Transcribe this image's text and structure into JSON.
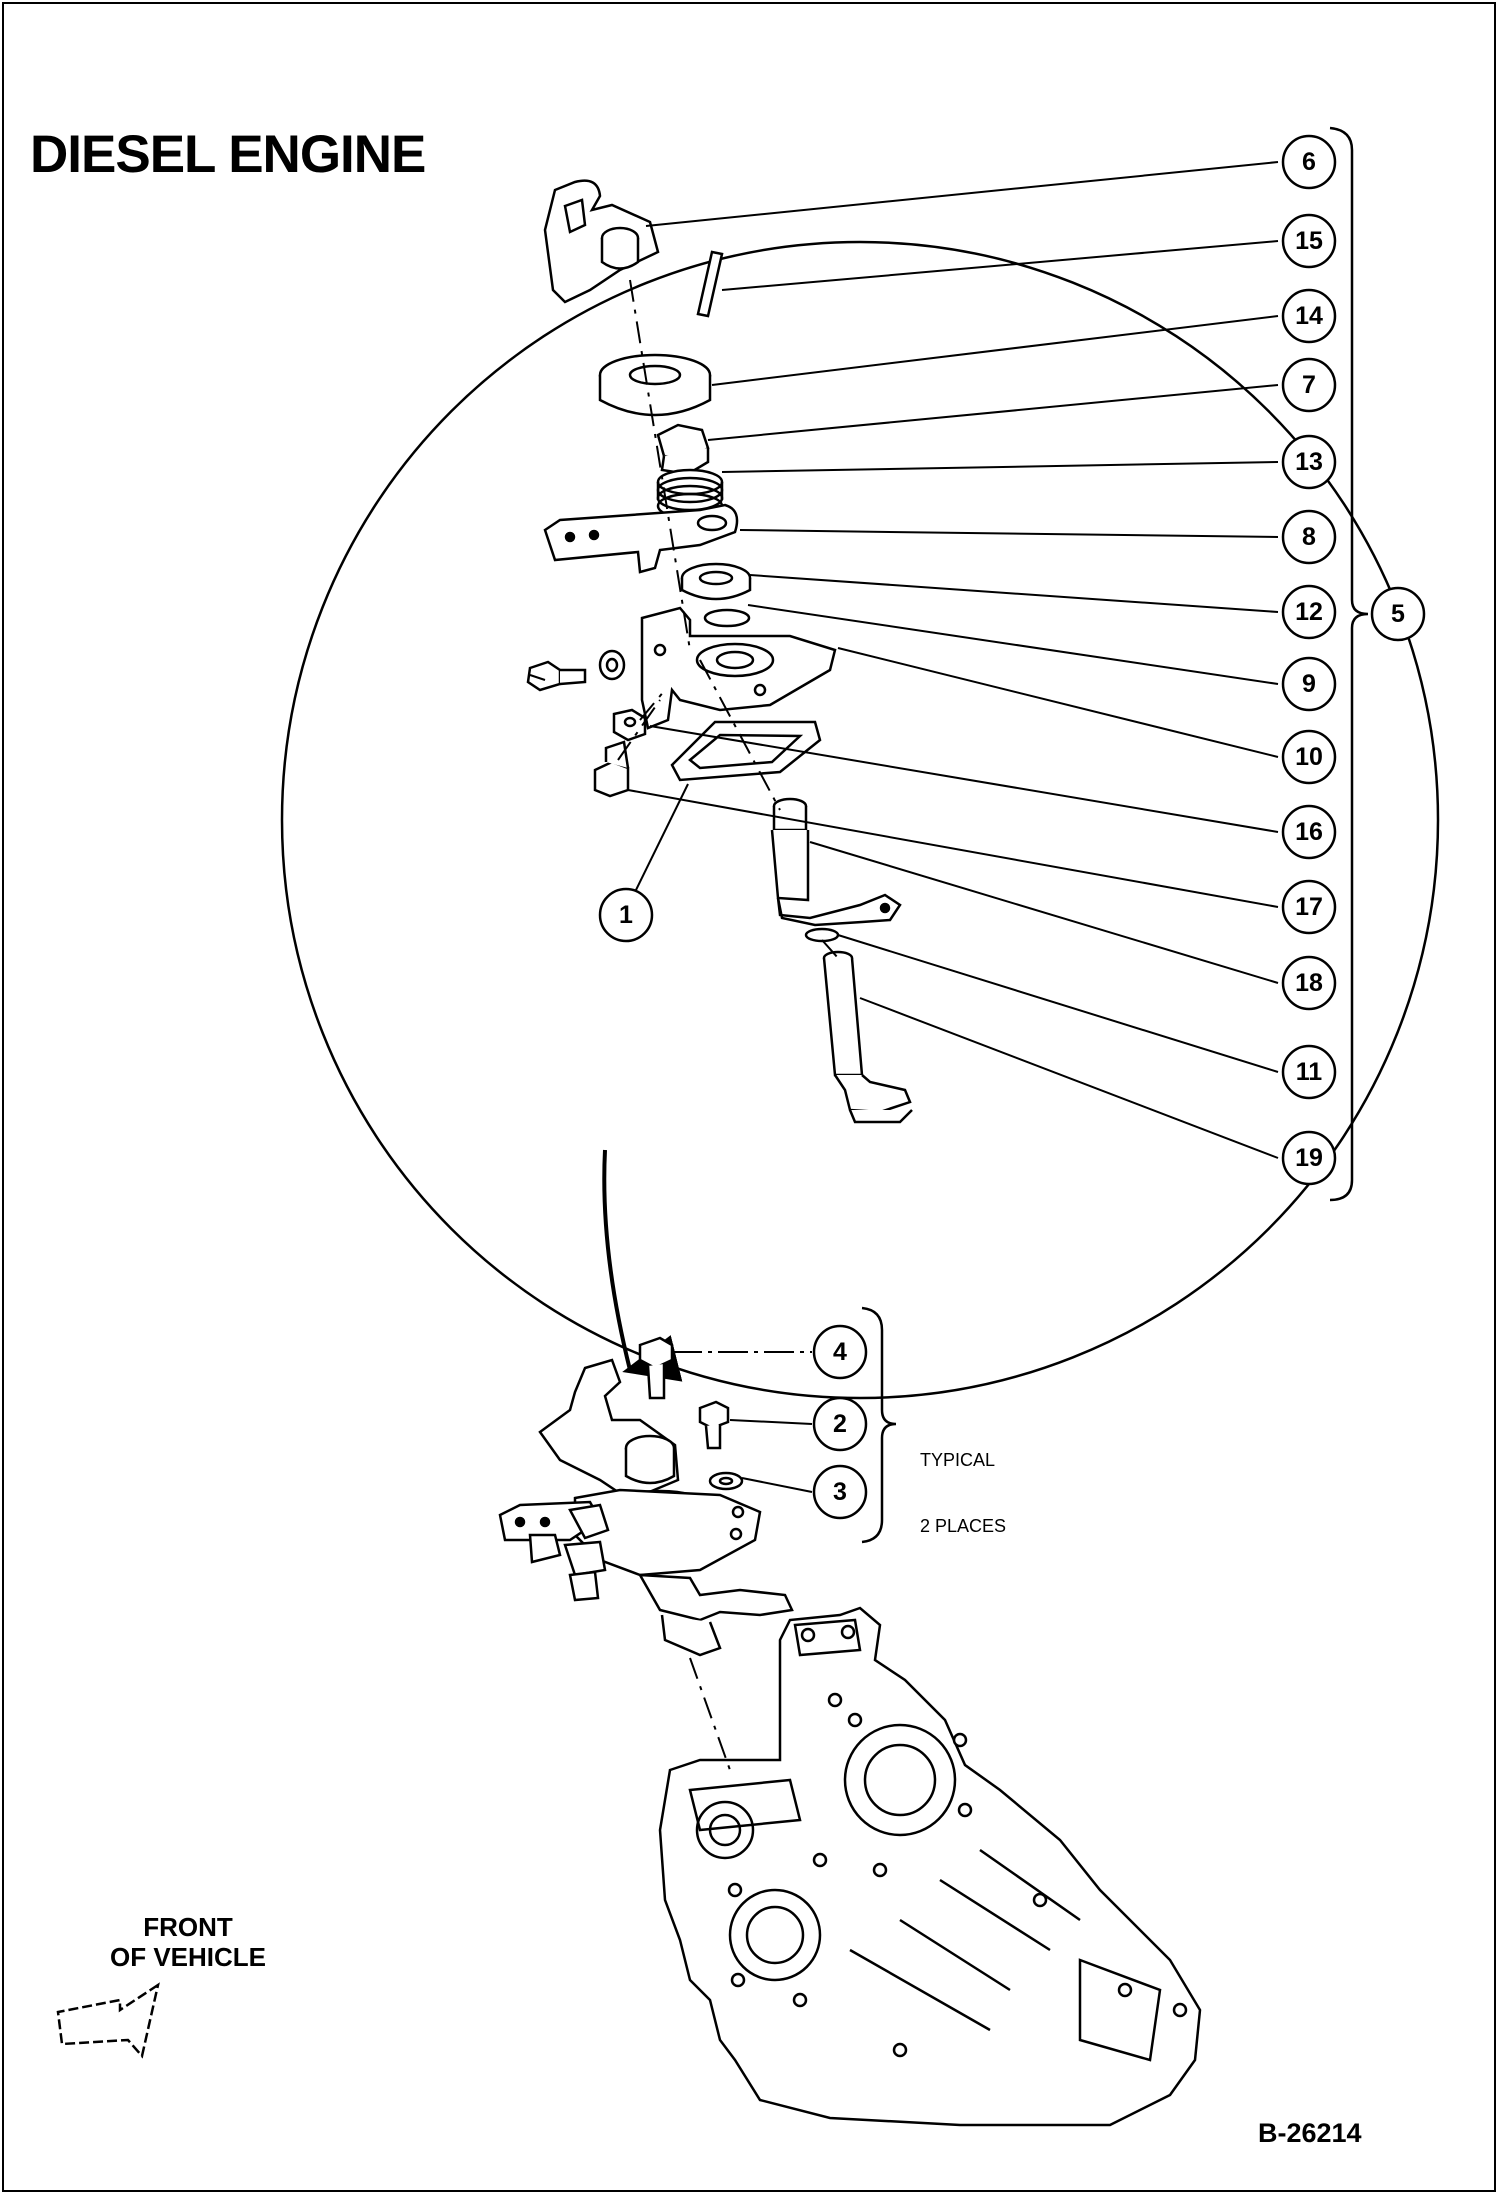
{
  "title": "DIESEL ENGINE",
  "figure_number": "B-26214",
  "front_label": {
    "line1": "FRONT",
    "line2": "OF VEHICLE"
  },
  "typical_note": {
    "line1": "TYPICAL",
    "line2": "2 PLACES"
  },
  "detail_callouts": [
    "6",
    "15",
    "14",
    "7",
    "13",
    "8",
    "12",
    "9",
    "10",
    "16",
    "17",
    "18",
    "11",
    "19"
  ],
  "assembly_callout": "5",
  "left_callout": "1",
  "mount_callouts": [
    "4",
    "2",
    "3"
  ]
}
